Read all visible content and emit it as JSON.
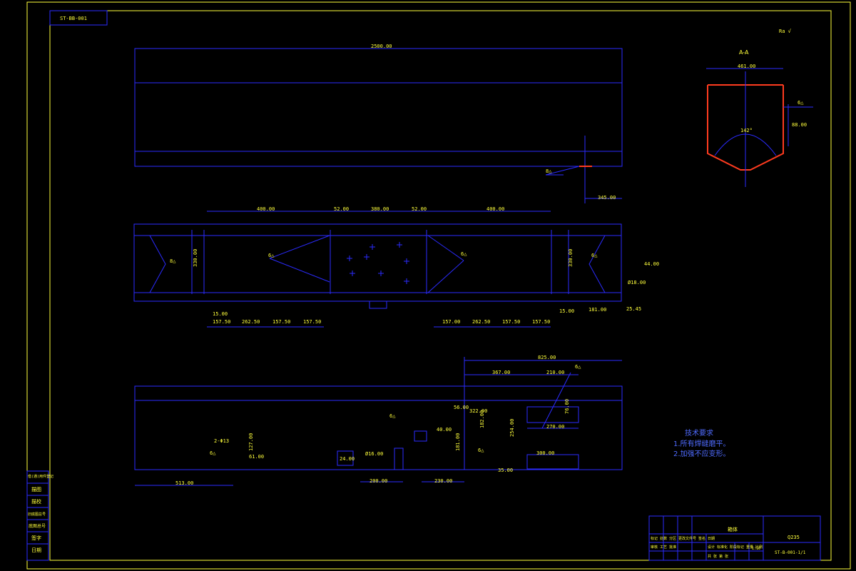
{
  "drawing": {
    "top_left_tag": "ST-BB-001",
    "roughness_symbol": "Ra √",
    "section_label": "A-A",
    "dims_elevation": [
      "2500.00",
      "345.00"
    ],
    "dims_plan_top": [
      "400.00",
      "52.00",
      "380.00",
      "52.00",
      "400.00"
    ],
    "dims_plan_side": [
      "330.00",
      "330.00"
    ],
    "dims_plan_bottom_left": [
      "15.00",
      "157.50",
      "262.50",
      "157.50",
      "157.50"
    ],
    "dims_plan_bottom_right": [
      "157.00",
      "262.50",
      "157.50",
      "157.50",
      "15.00"
    ],
    "dims_plan_right": [
      "44.00",
      "Ø18.00",
      "181.00",
      "25.45"
    ],
    "dims_section": [
      "461.00",
      "88.00",
      "142°"
    ],
    "dims_lower": [
      "825.00",
      "367.00",
      "210.00",
      "270.00",
      "300.00",
      "56.00",
      "322.00",
      "40.00",
      "182.00",
      "254.00",
      "35.00",
      "76.00",
      "Ø16.00",
      "200.00",
      "230.00",
      "513.00",
      "2-Φ13",
      "127.00",
      "61.00",
      "181.00",
      "24.00"
    ],
    "weld_marks": [
      "8△",
      "8△",
      "6△",
      "6△",
      "6△",
      "6△",
      "6△",
      "6△",
      "6△",
      "6△"
    ],
    "notes_title": "技术要求",
    "notes": [
      "1.所有焊缝磨平。",
      "2.加强不应变形。"
    ]
  },
  "left_strip": [
    "借(通)用件登记",
    "描图",
    "描校",
    "旧底图总号",
    "底图总号",
    "签字",
    "日期"
  ],
  "title_block": {
    "part_name": "箱体",
    "material": "Q235",
    "drawing_no": "ST-B-001-1/1",
    "rows": [
      "标记 处数 分区 更改文件号 签名 日期",
      "设计 标准化 阶段标记 重量 比例",
      "审核 工艺 批准",
      "共 张 第 张"
    ],
    "scale": "1:10"
  }
}
